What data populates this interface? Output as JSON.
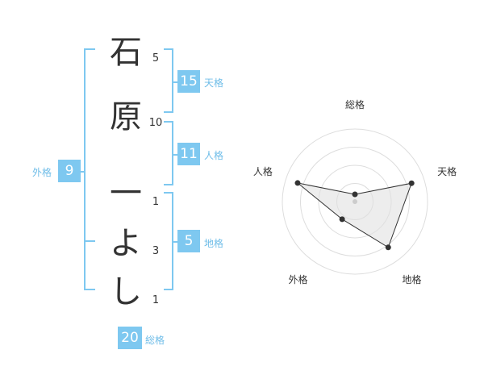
{
  "name": {
    "chars": [
      "石",
      "原",
      "一",
      "よ",
      "し"
    ],
    "strokes": [
      "5",
      "10",
      "1",
      "3",
      "1"
    ]
  },
  "fortune": {
    "tenkaku": {
      "value": "15",
      "label": "天格"
    },
    "jinkaku": {
      "value": "11",
      "label": "人格"
    },
    "chikaku": {
      "value": "5",
      "label": "地格"
    },
    "gaikaku": {
      "value": "9",
      "label": "外格"
    },
    "soukaku": {
      "value": "20",
      "label": "総格"
    }
  },
  "colors": {
    "accent": "#7ec8f0",
    "label": "#6fbde8",
    "fill": "#eeeeee"
  },
  "chart_data": {
    "type": "radar",
    "axes": [
      "総格",
      "天格",
      "地格",
      "外格",
      "人格"
    ],
    "values": [
      0.1,
      0.82,
      0.78,
      0.3,
      0.83
    ],
    "rings": 4,
    "max": 1
  }
}
